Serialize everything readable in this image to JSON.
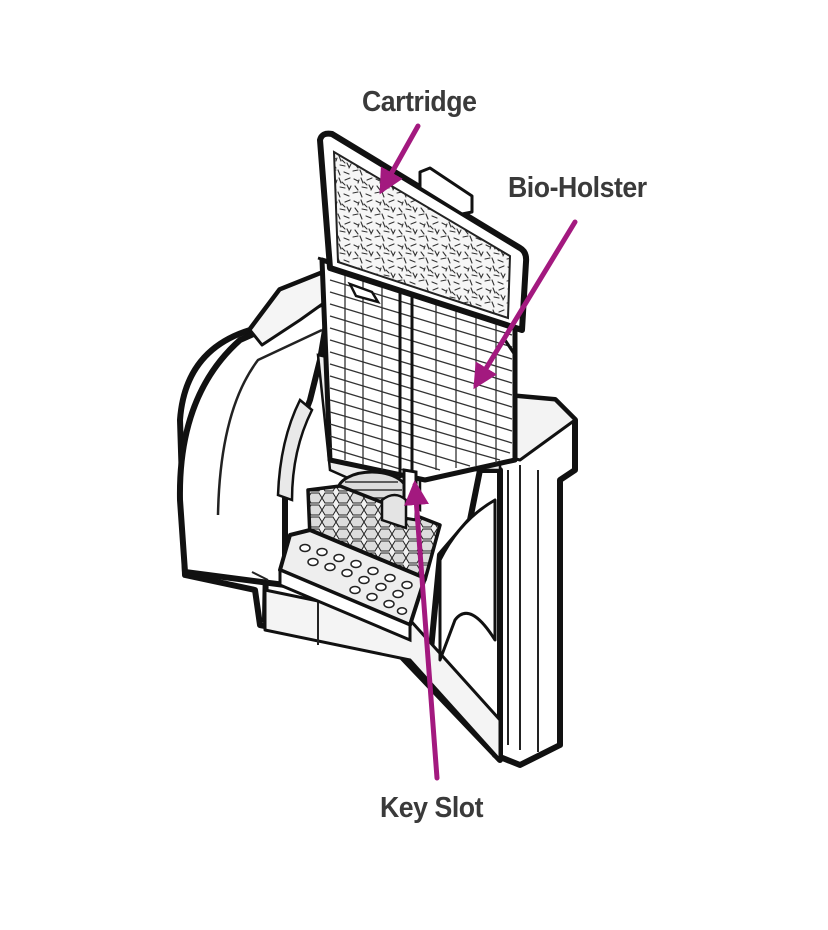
{
  "labels": {
    "cartridge": "Cartridge",
    "bio_holster": "Bio-Holster",
    "key_slot": "Key Slot"
  },
  "colors": {
    "outline": "#111111",
    "callout_arrow": "#a3197f",
    "label_text": "#3a3a3a",
    "body_fill": "#ffffff",
    "shade_fill": "#ededed",
    "cartridge_fill": "#f4f4f4"
  }
}
